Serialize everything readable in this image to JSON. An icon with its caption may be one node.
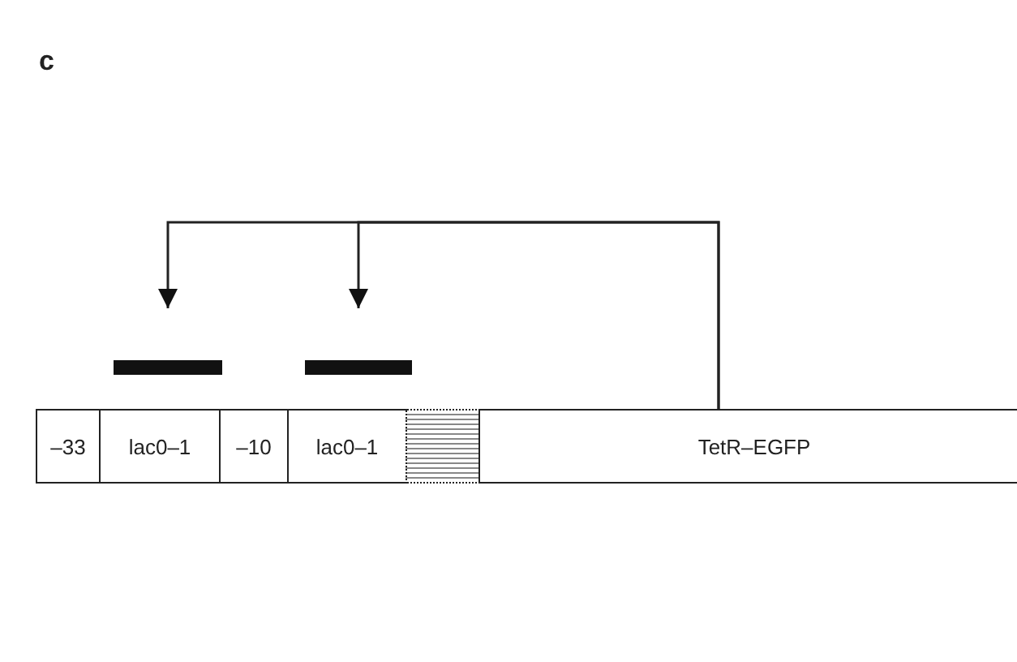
{
  "diagram": {
    "nodes": [
      {
        "text": [
          "–33"
        ]
      },
      {
        "text": [
          "lac0–1"
        ]
      },
      {
        "text": [
          "–10"
        ]
      },
      {
        "text": [
          "lac0–1"
        ]
      },
      {
        "text": [],
        "shape": "box"
      },
      {
        "text": [
          "TetR–EGFP"
        ]
      },
      {
        "text": [],
        "shape": "bar"
      },
      {
        "text": [],
        "shape": "bar"
      }
    ],
    "edges": [
      {
        "from": 5,
        "to": 6,
        "arrow": "to"
      },
      {
        "from": 5,
        "to": 7,
        "arrow": "to"
      }
    ],
    "labels": [
      "c"
    ]
  }
}
